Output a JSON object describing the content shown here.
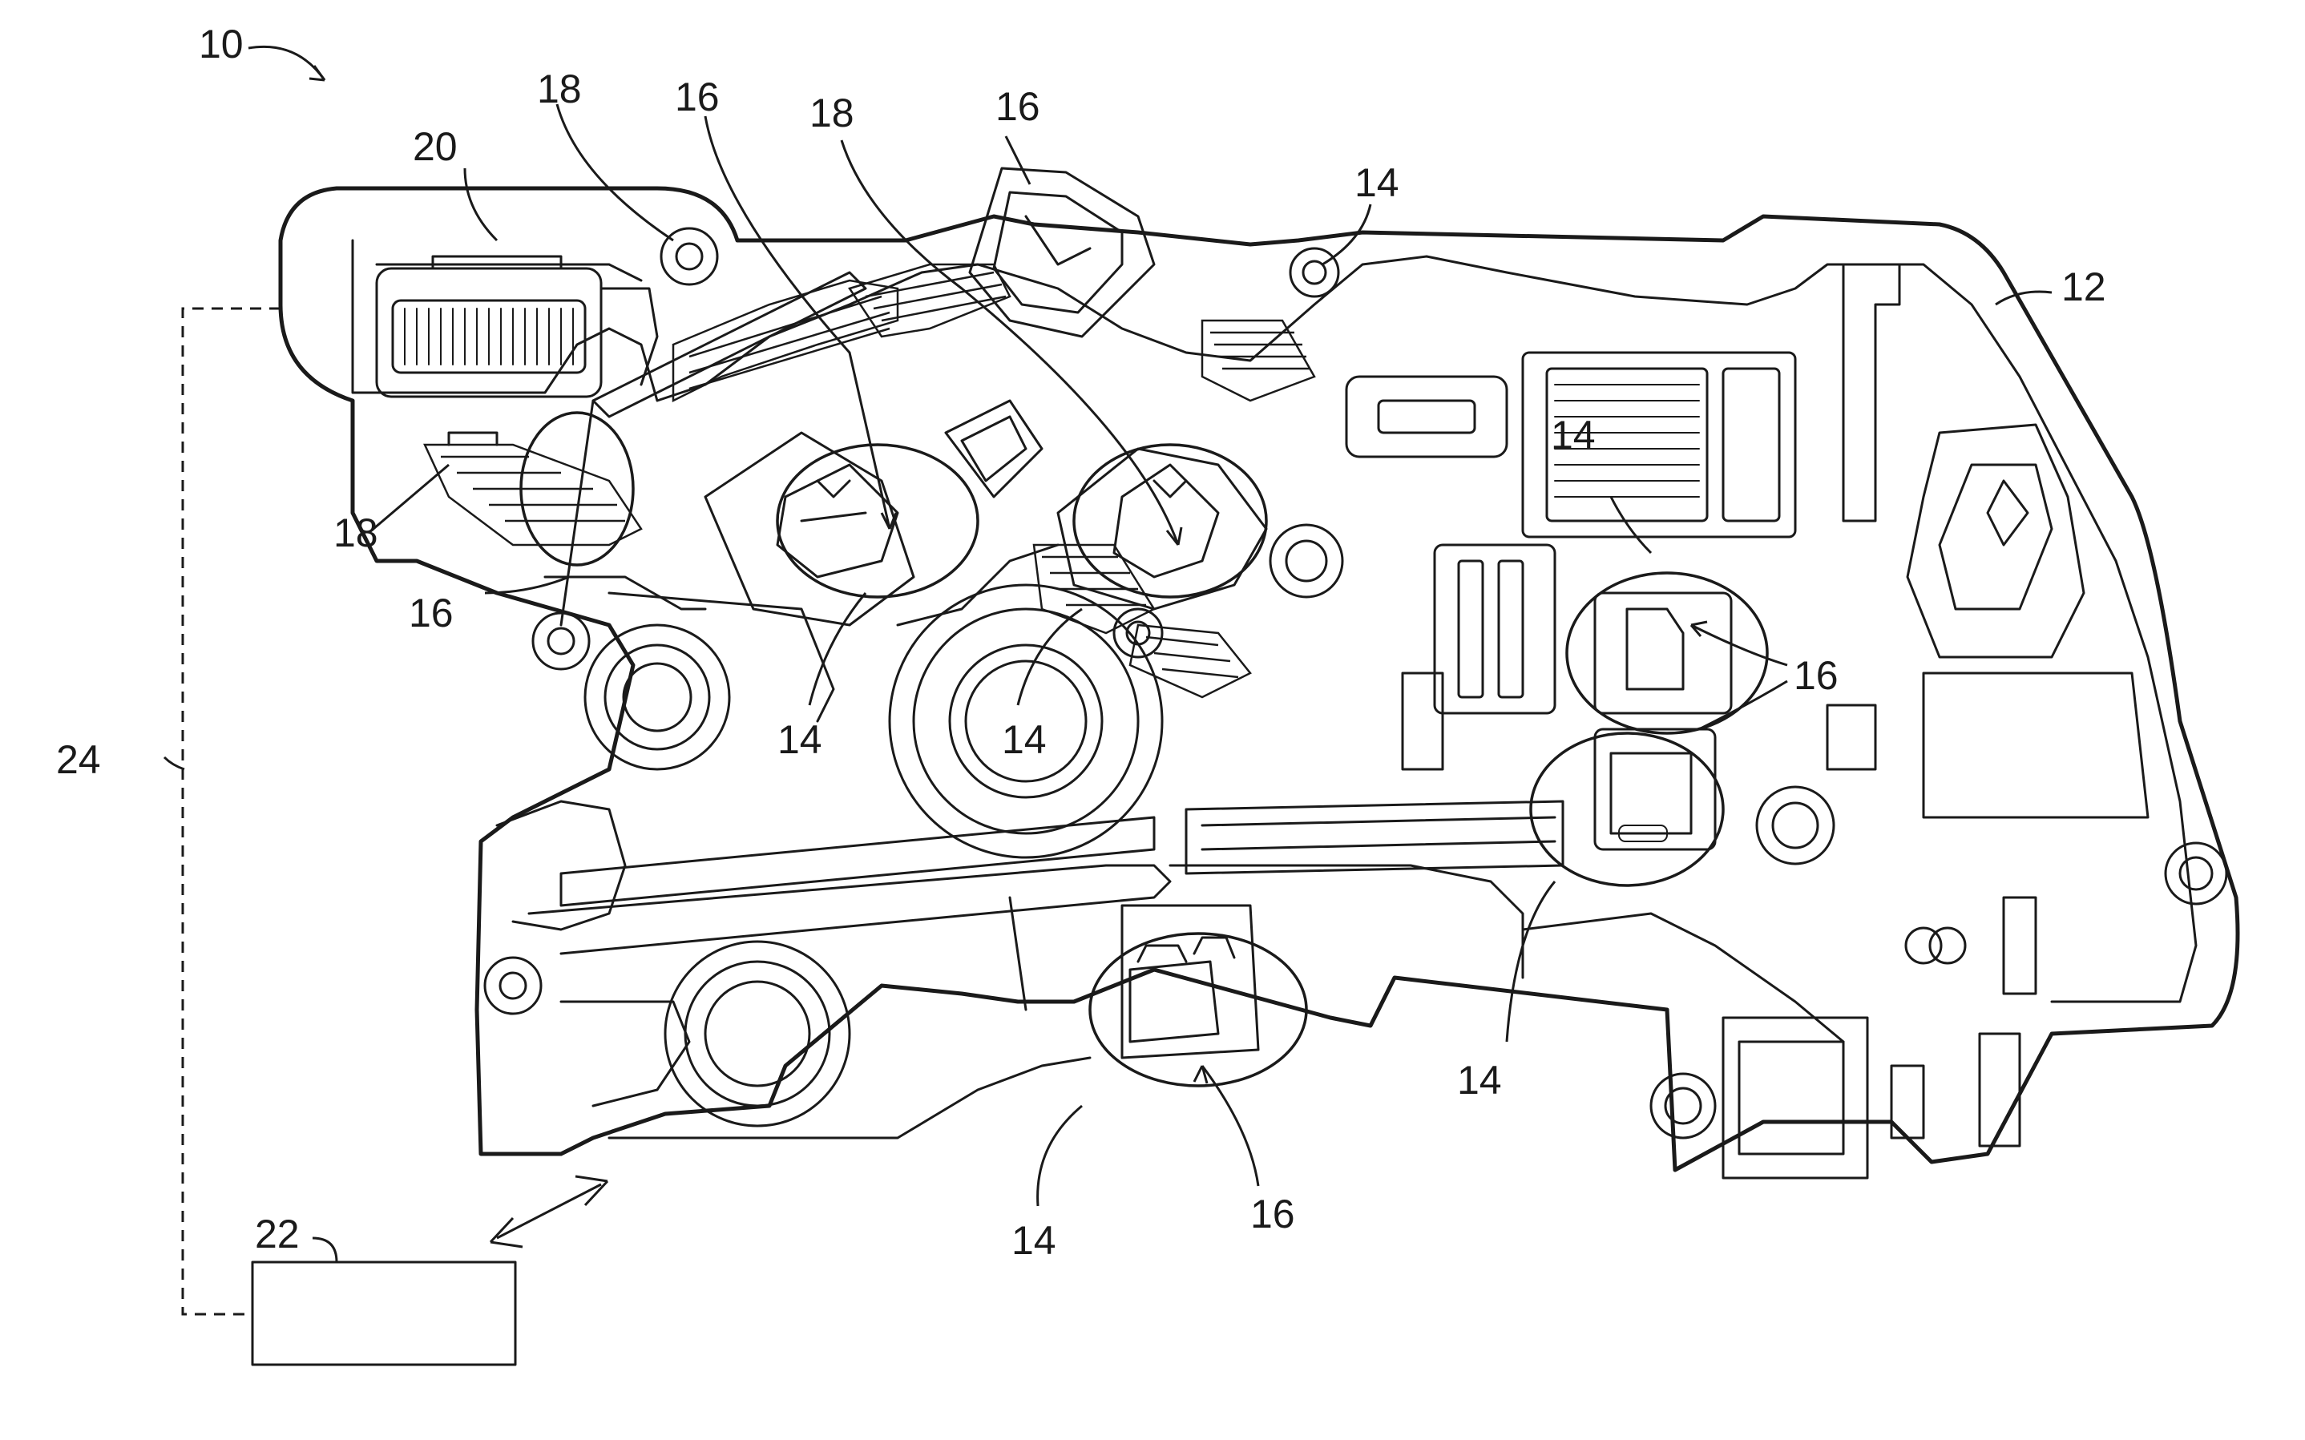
{
  "figure": {
    "colors": {
      "line": "#1a1a1a",
      "background": "#ffffff"
    },
    "reference_labels": {
      "system": "10",
      "housing": "12",
      "solenoid_14_a": "14",
      "solenoid_14_b": "14",
      "solenoid_14_c": "14",
      "solenoid_14_d": "14",
      "solenoid_14_e": "14",
      "solenoid_14_f": "14",
      "connector_16_a": "16",
      "connector_16_b": "16",
      "connector_16_c": "16",
      "connector_16_d": "16",
      "connector_16_e": "16",
      "harness_18_a": "18",
      "harness_18_b": "18",
      "harness_18_c": "18",
      "connector_20": "20",
      "controller_22": "22",
      "link_24": "24"
    }
  }
}
